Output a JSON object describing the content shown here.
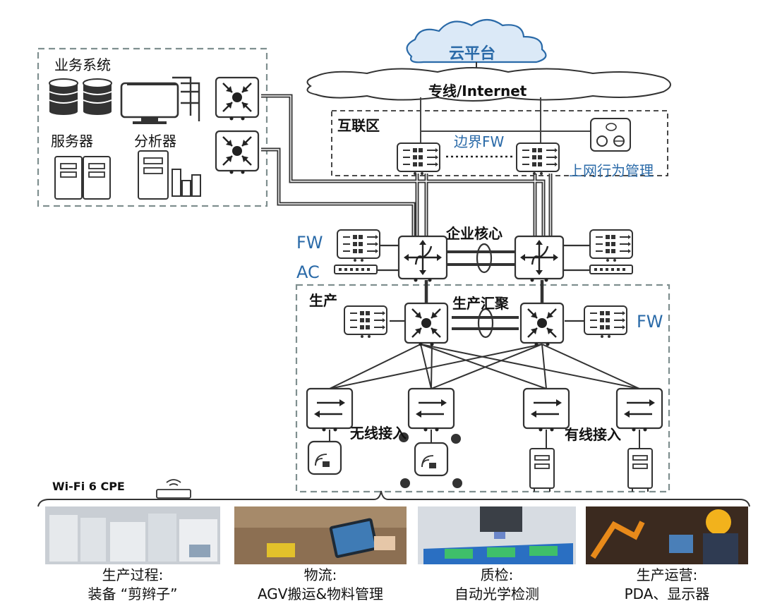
{
  "cloud": {
    "name": "云平台",
    "line": "专线/Internet"
  },
  "business": {
    "title": "业务系统",
    "servers_label": "服务器",
    "analyzers_label": "分析器"
  },
  "dmz": {
    "title": "互联区",
    "fw_label": "边界FW",
    "behavior_label": "上网行为管理"
  },
  "core": {
    "title": "企业核心",
    "fw_label": "FW",
    "ac_label": "AC"
  },
  "production": {
    "title": "生产",
    "agg_title": "生产汇聚",
    "fw_label": "FW",
    "wireless_label": "无线接入",
    "wired_label": "有线接入"
  },
  "cpe_label": "Wi-Fi 6 CPE",
  "scenarios": [
    {
      "title": "生产过程:",
      "desc": "装备 “剪辫子”"
    },
    {
      "title": "物流:",
      "desc": "AGV搬运&物料管理"
    },
    {
      "title": "质检:",
      "desc": "自动光学检测"
    },
    {
      "title": "生产运营:",
      "desc": "PDA、显示器"
    }
  ],
  "colors": {
    "accent_blue": "#2a6aa8",
    "cloud_fill": "#dbe9f7",
    "line_dark": "#333333",
    "dashed_border": "#7f8f8f"
  },
  "icons": [
    "cloud-icon",
    "database-icon",
    "monitor-icon",
    "server-icon",
    "bar-chart-icon",
    "router-icon",
    "firewall-icon",
    "switch-icon",
    "access-point-icon",
    "behavior-mgmt-icon"
  ]
}
